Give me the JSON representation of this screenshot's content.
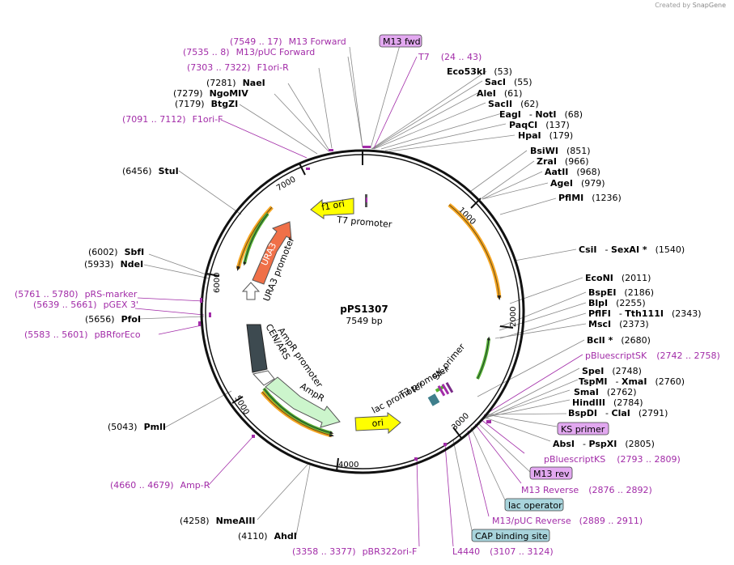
{
  "watermark": {
    "prefix": "Created by",
    "brand": "SnapGene"
  },
  "plasmid": {
    "name": "pPS1307",
    "length": "7549 bp"
  },
  "ticks": [
    "1000",
    "2000",
    "3000",
    "4000",
    "5000",
    "6000",
    "7000"
  ],
  "features": {
    "f1ori": "f1 ori",
    "t7promoter": "T7 promoter",
    "ura3": "URA3",
    "ura3promoter": "URA3 promoter",
    "cenars": "CEN/ARS",
    "amprpromoter": "AmpR promoter",
    "ampr": "AmpR",
    "ori": "ori",
    "lacpromoter": "lac promoter",
    "t3promoter": "T3 promoter",
    "skprimer": "SK primer"
  },
  "labels": {
    "m13fwd_17": {
      "pos": "(7549 .. 17)",
      "name": "M13 Forward"
    },
    "m13puc_fwd": {
      "pos": "(7535 .. 8)",
      "name": "M13/pUC Forward"
    },
    "f1ori_r": {
      "pos": "(7303 .. 7322)",
      "name": "F1ori-R"
    },
    "naei": {
      "pos": "(7281)",
      "name": "NaeI"
    },
    "ngomiv": {
      "pos": "(7279)",
      "name": "NgoMIV"
    },
    "btgzi": {
      "pos": "(7179)",
      "name": "BtgZI"
    },
    "f1ori_f": {
      "pos": "(7091 .. 7112)",
      "name": "F1ori-F"
    },
    "stui": {
      "pos": "(6456)",
      "name": "StuI"
    },
    "sbfi": {
      "pos": "(6002)",
      "name": "SbfI"
    },
    "ndei": {
      "pos": "(5933)",
      "name": "NdeI"
    },
    "prs_marker": {
      "pos": "(5761 .. 5780)",
      "name": "pRS-marker"
    },
    "pgex3": {
      "pos": "(5639 .. 5661)",
      "name": "pGEX 3'"
    },
    "pfoi": {
      "pos": "(5656)",
      "name": "PfoI"
    },
    "pbrforeco": {
      "pos": "(5583 .. 5601)",
      "name": "pBRforEco"
    },
    "pmli": {
      "pos": "(5043)",
      "name": "PmlI"
    },
    "ampr_primer": {
      "pos": "(4660 .. 4679)",
      "name": "Amp-R"
    },
    "nmeaiii": {
      "pos": "(4258)",
      "name": "NmeAIII"
    },
    "ahdi": {
      "pos": "(4110)",
      "name": "AhdI"
    },
    "pbr322ori": {
      "pos": "(3358 .. 3377)",
      "name": "pBR322ori-F"
    },
    "l4440": {
      "name": "L4440",
      "pos": "(3107 .. 3124)"
    },
    "cap": {
      "name": "CAP binding site"
    },
    "m13puc_rev": {
      "name": "M13/pUC Reverse",
      "pos": "(2889 .. 2911)"
    },
    "lacop": {
      "name": "lac operator"
    },
    "m13reverse": {
      "name": "M13 Reverse",
      "pos": "(2876 .. 2892)"
    },
    "m13rev": {
      "name": "M13 rev"
    },
    "pbks": {
      "name": "pBluescriptKS",
      "pos": "(2793 .. 2809)"
    },
    "absi": {
      "name": "AbsI",
      "sep": "- ",
      "name2": "PspXI",
      "pos": "(2805)"
    },
    "ksprimer": {
      "name": "KS primer"
    },
    "bspdi": {
      "name": "BspDI",
      "sep": "- ",
      "name2": "ClaI",
      "pos": "(2791)"
    },
    "hindiii": {
      "name": "HindIII",
      "pos": "(2784)"
    },
    "smai": {
      "name": "SmaI",
      "pos": "(2762)"
    },
    "tspmi": {
      "name": "TspMI",
      "sep": "- ",
      "name2": "XmaI",
      "pos": "(2760)"
    },
    "spei": {
      "name": "SpeI",
      "pos": "(2748)"
    },
    "pbsk": {
      "name": "pBluescriptSK",
      "pos": "(2742 .. 2758)"
    },
    "bcli": {
      "name": "BclI *",
      "pos": "(2680)"
    },
    "msci": {
      "name": "MscI",
      "pos": "(2373)"
    },
    "pflfi": {
      "name": "PflFI",
      "sep": "- ",
      "name2": "Tth111I",
      "pos": "(2343)"
    },
    "blpi": {
      "name": "BlpI",
      "pos": "(2255)"
    },
    "bspei": {
      "name": "BspEI",
      "pos": "(2186)"
    },
    "econi": {
      "name": "EcoNI",
      "pos": "(2011)"
    },
    "csii": {
      "name": "CsiI",
      "sep": "- ",
      "name2": "SexAI *",
      "pos": "(1540)"
    },
    "pflmi": {
      "name": "PflMI",
      "pos": "(1236)"
    },
    "agei": {
      "name": "AgeI",
      "pos": "(979)"
    },
    "aatii": {
      "name": "AatII",
      "pos": "(968)"
    },
    "zrai": {
      "name": "ZraI",
      "pos": "(966)"
    },
    "bsiwi": {
      "name": "BsiWI",
      "pos": "(851)"
    },
    "hpai": {
      "name": "HpaI",
      "pos": "(179)"
    },
    "paqci": {
      "name": "PaqCI",
      "pos": "(137)"
    },
    "eagi": {
      "name": "EagI",
      "sep": "- ",
      "name2": "NotI",
      "pos": "(68)"
    },
    "sacii": {
      "name": "SacII",
      "pos": "(62)"
    },
    "alei": {
      "name": "AleI",
      "pos": "(61)"
    },
    "saci": {
      "name": "SacI",
      "pos": "(55)"
    },
    "eco53ki": {
      "name": "Eco53kI",
      "pos": "(53)"
    },
    "t7": {
      "name": "T7",
      "pos": "(24 .. 43)"
    },
    "m13fwd": {
      "name": "M13 fwd"
    }
  },
  "colors": {
    "purple": "#a22ca8",
    "f1ori": "#ffff00",
    "ura3": "#f07048",
    "ampr": "#ccf5cc",
    "cenars": "#3d4a50",
    "box_purple": "#e2a8f0",
    "box_blue": "#a8d4dc"
  }
}
